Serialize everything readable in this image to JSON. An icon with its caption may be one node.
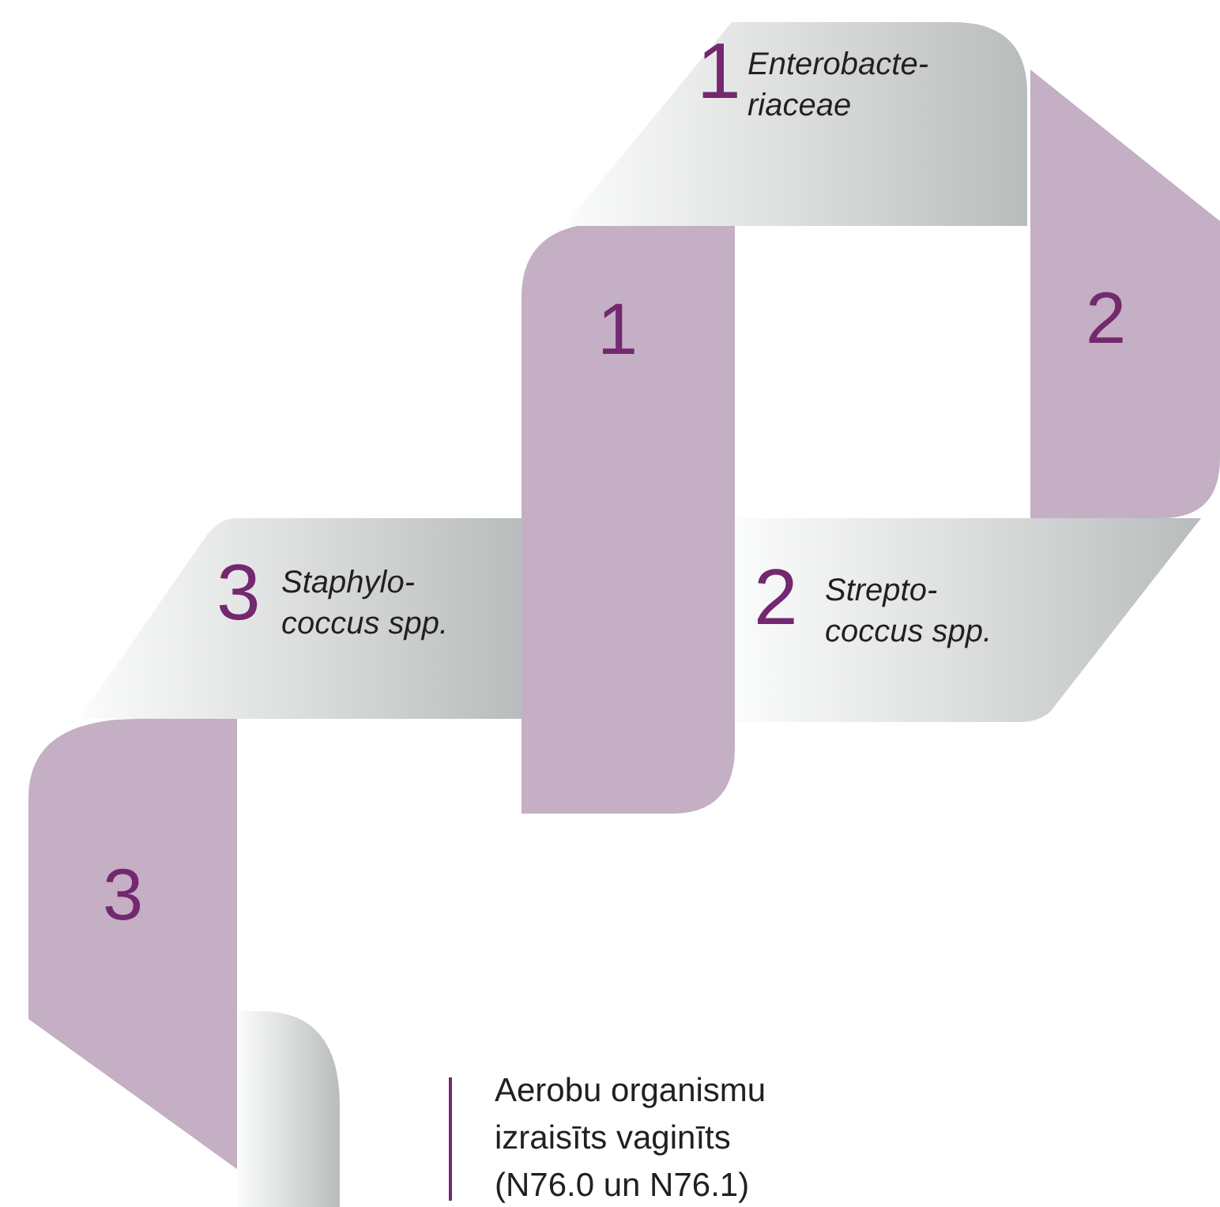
{
  "diagram": {
    "nodes": [
      {
        "text": [
          "1",
          "Enterobacte- riaceae"
        ]
      },
      {
        "text": [
          "1"
        ]
      },
      {
        "text": [
          "2"
        ]
      },
      {
        "text": [
          "2",
          "Strepto- coccus spp."
        ]
      },
      {
        "text": [
          "3",
          "Staphylo- coccus spp."
        ]
      },
      {
        "text": [
          "3"
        ]
      },
      {
        "text": [],
        "shape": "bar"
      }
    ],
    "labels": [
      "Aerobu organismu izraisīts vaginīts (N76.0 un N76.1)"
    ]
  }
}
